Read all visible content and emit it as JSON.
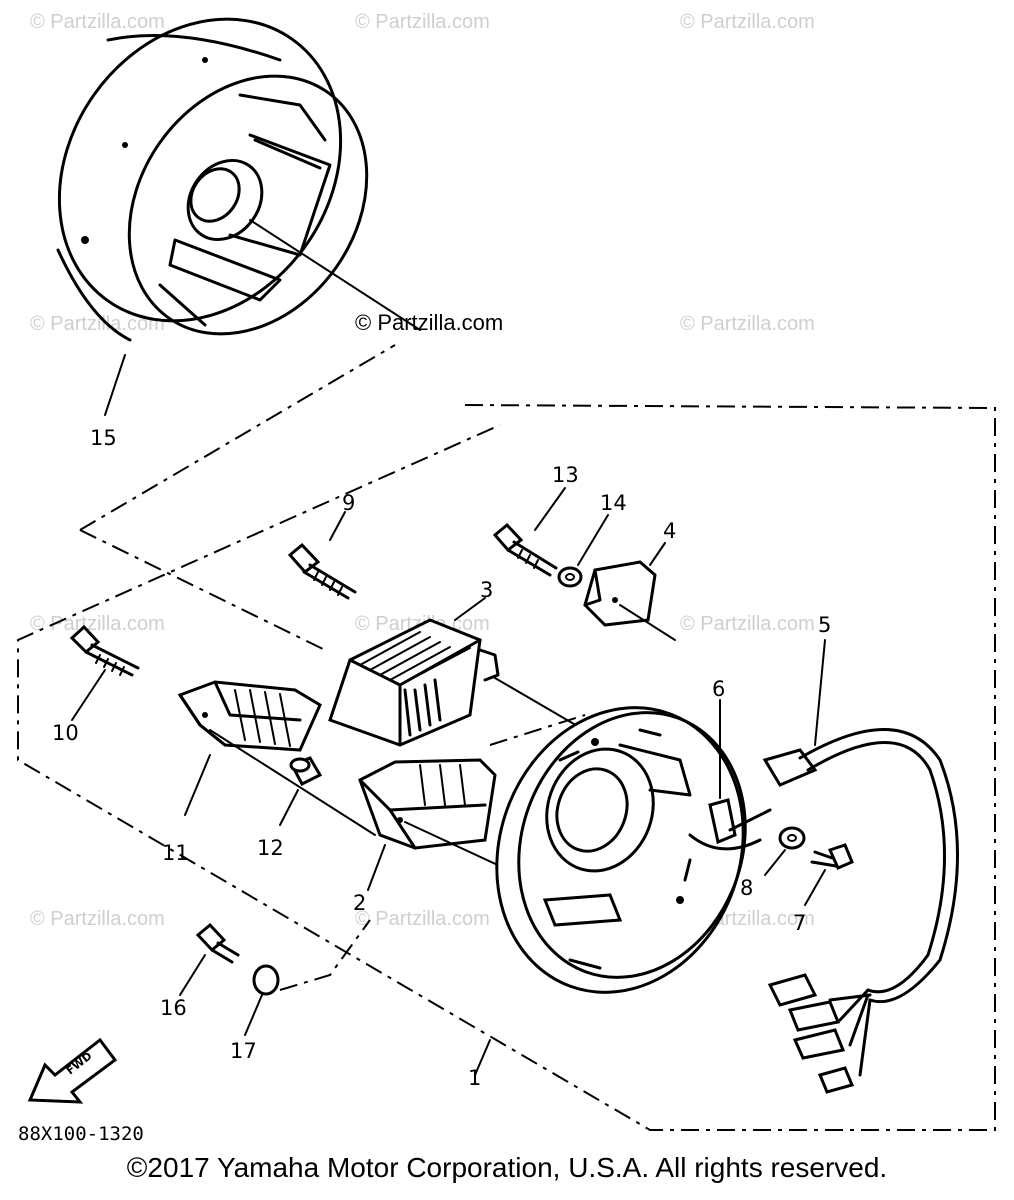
{
  "watermark_text": "© Partzilla.com",
  "callouts": {
    "c1": "1",
    "c2": "2",
    "c3": "3",
    "c4": "4",
    "c5": "5",
    "c6": "6",
    "c7": "7",
    "c8": "8",
    "c9": "9",
    "c10": "10",
    "c11": "11",
    "c12": "12",
    "c13": "13",
    "c14": "14",
    "c15": "15",
    "c16": "16",
    "c17": "17"
  },
  "fwd_label": "FWD",
  "diagram_code": "88X100-1320",
  "copyright": "©2017 Yamaha Motor Corporation, U.S.A. All rights reserved."
}
